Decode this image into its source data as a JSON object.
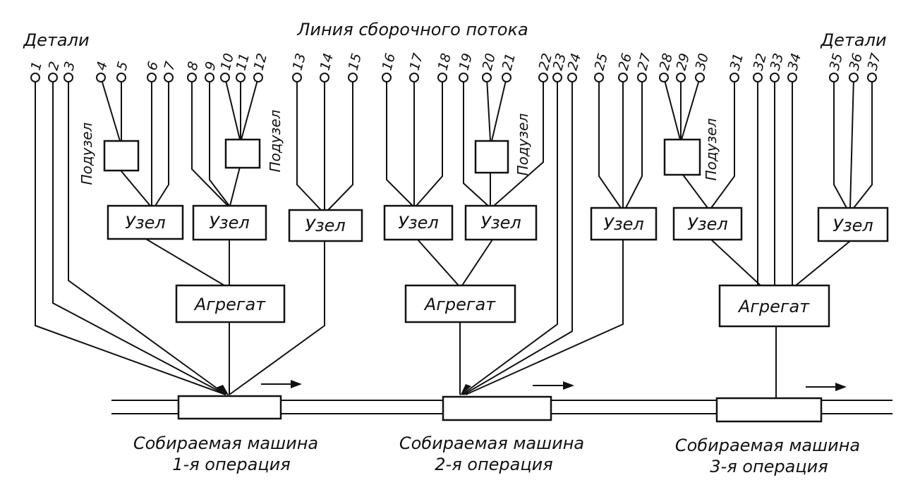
{
  "title": "Линия сборочного потока",
  "parts_label_left": "Детали",
  "parts_label_right": "Детали",
  "parts": [
    "1",
    "2",
    "3",
    "4",
    "5",
    "6",
    "7",
    "8",
    "9",
    "10",
    "11",
    "12",
    "13",
    "14",
    "15",
    "16",
    "17",
    "18",
    "19",
    "20",
    "21",
    "22",
    "23",
    "24",
    "25",
    "26",
    "27",
    "28",
    "29",
    "30",
    "31",
    "32",
    "33",
    "34",
    "35",
    "36",
    "37"
  ],
  "subassembly_label": "Подузел",
  "unit_label": "Узел",
  "aggregate_label": "Агрегат",
  "operations": [
    {
      "line1": "Собираемая машина",
      "line2": "1-я операция"
    },
    {
      "line1": "Собираемая машина",
      "line2": "2-я операция"
    },
    {
      "line1": "Собираемая машина",
      "line2": "3-я операция"
    }
  ]
}
